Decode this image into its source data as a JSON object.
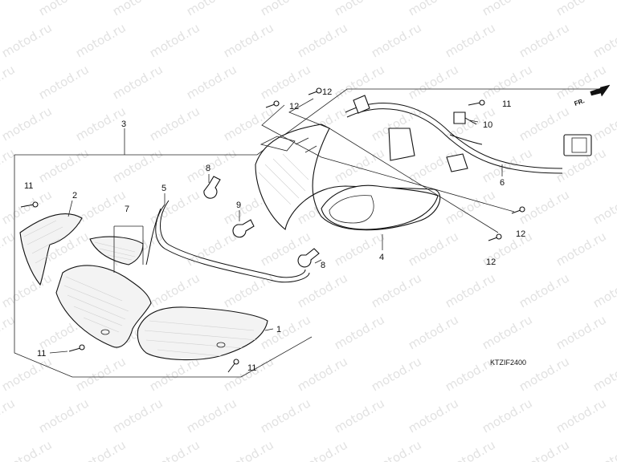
{
  "watermark": "motod.ru",
  "diagram_code": "KTZIF2400",
  "front_indicator": "FR.",
  "callouts": {
    "c1": "1",
    "c2": "2",
    "c3": "3",
    "c4": "4",
    "c5": "5",
    "c6": "6",
    "c7": "7",
    "c8a": "8",
    "c8b": "8",
    "c9": "9",
    "c10": "10",
    "c11a": "11",
    "c11b": "11",
    "c11c": "11",
    "c11d": "11",
    "c12a": "12",
    "c12b": "12",
    "c12c": "12",
    "c12d": "12"
  }
}
